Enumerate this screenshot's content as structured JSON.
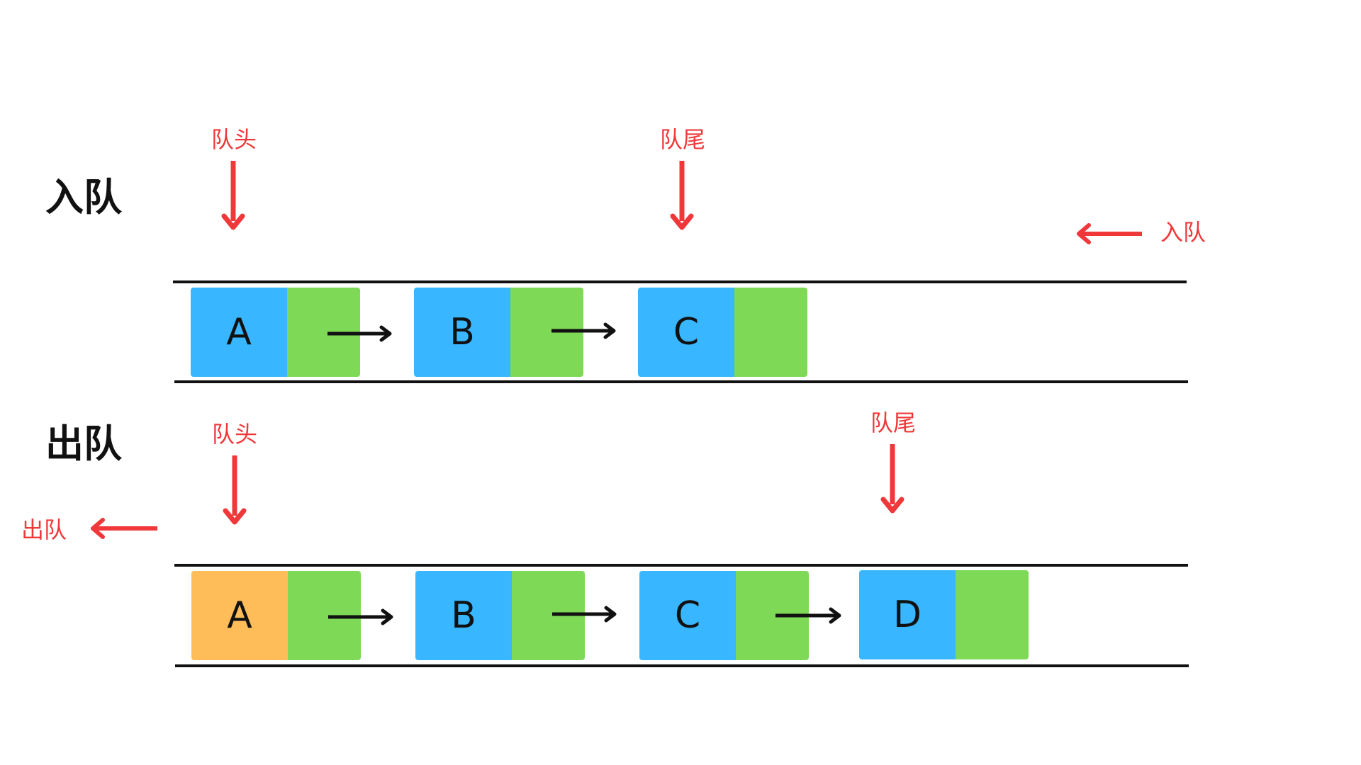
{
  "colors": {
    "data_cell": "#38b6ff",
    "dequeued_cell": "#ffbd59",
    "pointer_cell": "#7ed957",
    "pointer_text": "#f0383a",
    "rail": "#111111"
  },
  "enqueue": {
    "title": "入队",
    "head_label": "队头",
    "tail_label": "队尾",
    "action_label": "入队",
    "nodes": [
      "A",
      "B",
      "C"
    ]
  },
  "dequeue": {
    "title": "出队",
    "head_label": "队头",
    "tail_label": "队尾",
    "action_label": "出队",
    "nodes": [
      "A",
      "B",
      "C",
      "D"
    ]
  }
}
